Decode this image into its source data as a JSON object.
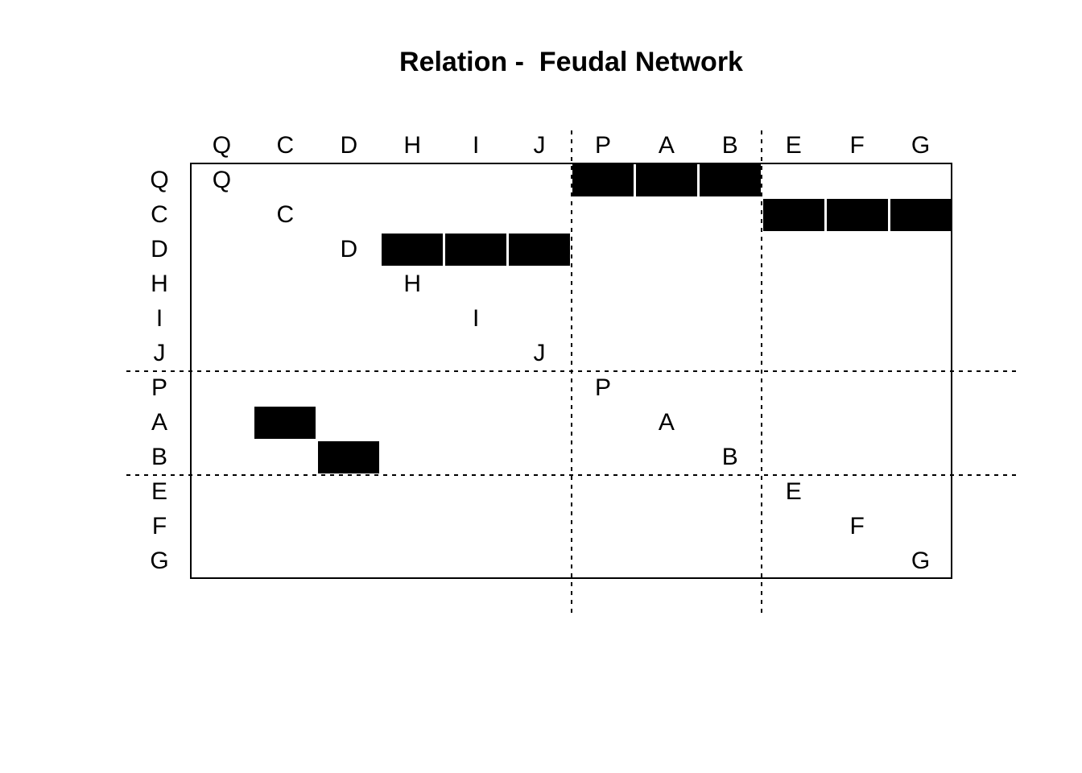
{
  "title": "Relation -  Feudal Network",
  "chart_data": {
    "type": "heatmap",
    "title": "Relation -  Feudal Network",
    "nodes": [
      "Q",
      "C",
      "D",
      "H",
      "I",
      "J",
      "P",
      "A",
      "B",
      "E",
      "F",
      "G"
    ],
    "row_labels": [
      "Q",
      "C",
      "D",
      "H",
      "I",
      "J",
      "P",
      "A",
      "B",
      "E",
      "F",
      "G"
    ],
    "col_labels": [
      "Q",
      "C",
      "D",
      "H",
      "I",
      "J",
      "P",
      "A",
      "B",
      "E",
      "F",
      "G"
    ],
    "diagonal_shows_node_letter": true,
    "group_boundaries_after_index": [
      6,
      9
    ],
    "groups": [
      [
        "Q",
        "C",
        "D",
        "H",
        "I",
        "J"
      ],
      [
        "P",
        "A",
        "B"
      ],
      [
        "E",
        "F",
        "G"
      ]
    ],
    "ties": [
      {
        "from": "Q",
        "to": "P"
      },
      {
        "from": "Q",
        "to": "A"
      },
      {
        "from": "Q",
        "to": "B"
      },
      {
        "from": "C",
        "to": "E"
      },
      {
        "from": "C",
        "to": "F"
      },
      {
        "from": "C",
        "to": "G"
      },
      {
        "from": "D",
        "to": "H"
      },
      {
        "from": "D",
        "to": "I"
      },
      {
        "from": "D",
        "to": "J"
      },
      {
        "from": "A",
        "to": "C"
      },
      {
        "from": "B",
        "to": "D"
      }
    ],
    "matrix": [
      [
        0,
        0,
        0,
        0,
        0,
        0,
        1,
        1,
        1,
        0,
        0,
        0
      ],
      [
        0,
        0,
        0,
        0,
        0,
        0,
        0,
        0,
        0,
        1,
        1,
        1
      ],
      [
        0,
        0,
        0,
        1,
        1,
        1,
        0,
        0,
        0,
        0,
        0,
        0
      ],
      [
        0,
        0,
        0,
        0,
        0,
        0,
        0,
        0,
        0,
        0,
        0,
        0
      ],
      [
        0,
        0,
        0,
        0,
        0,
        0,
        0,
        0,
        0,
        0,
        0,
        0
      ],
      [
        0,
        0,
        0,
        0,
        0,
        0,
        0,
        0,
        0,
        0,
        0,
        0
      ],
      [
        0,
        0,
        0,
        0,
        0,
        0,
        0,
        0,
        0,
        0,
        0,
        0
      ],
      [
        0,
        1,
        0,
        0,
        0,
        0,
        0,
        0,
        0,
        0,
        0,
        0
      ],
      [
        0,
        0,
        1,
        0,
        0,
        0,
        0,
        0,
        0,
        0,
        0,
        0
      ],
      [
        0,
        0,
        0,
        0,
        0,
        0,
        0,
        0,
        0,
        0,
        0,
        0
      ],
      [
        0,
        0,
        0,
        0,
        0,
        0,
        0,
        0,
        0,
        0,
        0,
        0
      ],
      [
        0,
        0,
        0,
        0,
        0,
        0,
        0,
        0,
        0,
        0,
        0,
        0
      ]
    ],
    "colors": {
      "tie": "#000000",
      "background": "#ffffff",
      "line": "#000000"
    },
    "legend": "none",
    "grid": "group dividers only (dashed)"
  }
}
